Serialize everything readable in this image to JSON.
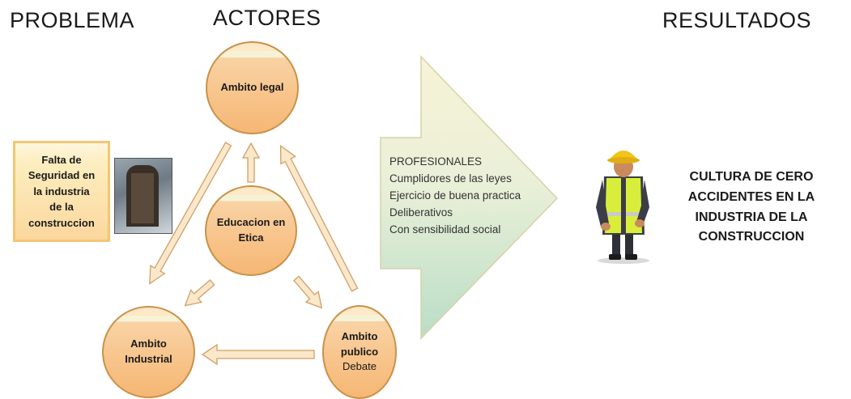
{
  "headings": {
    "problema": "PROBLEMA",
    "actores": "ACTORES",
    "resultados": "RESULTADOS"
  },
  "problema": {
    "lines": [
      "Falta de",
      "Seguridad en",
      "la industria",
      "de la",
      "construccion"
    ]
  },
  "actores": {
    "ambito_legal": [
      "Ambito legal"
    ],
    "educacion_etica": [
      "Educacion en",
      "Etica"
    ],
    "ambito_industrial": [
      "Ambito",
      "Industrial"
    ],
    "ambito_publico": [
      "Ambito",
      "publico"
    ],
    "ambito_publico_sub": "Debate"
  },
  "profesionales": {
    "title": "PROFESIONALES",
    "items": [
      "Cumplidores de las leyes",
      "Ejercicio de buena practica",
      "Deliberativos",
      "Con sensibilidad social"
    ]
  },
  "resultado": {
    "lines": [
      "CULTURA DE CERO",
      "ACCIDENTES EN LA",
      "INDUSTRIA DE LA",
      "CONSTRUCCION"
    ]
  },
  "colors": {
    "circle_border": "#c8924a",
    "arrow_fill": "#fbe7c9",
    "arrow_stroke": "#cfa06a",
    "big_arrow_top": "#f6f2d3",
    "big_arrow_bottom": "#bfe0c9",
    "helmet": "#f2c41a",
    "vest": "#d9ee3a"
  }
}
